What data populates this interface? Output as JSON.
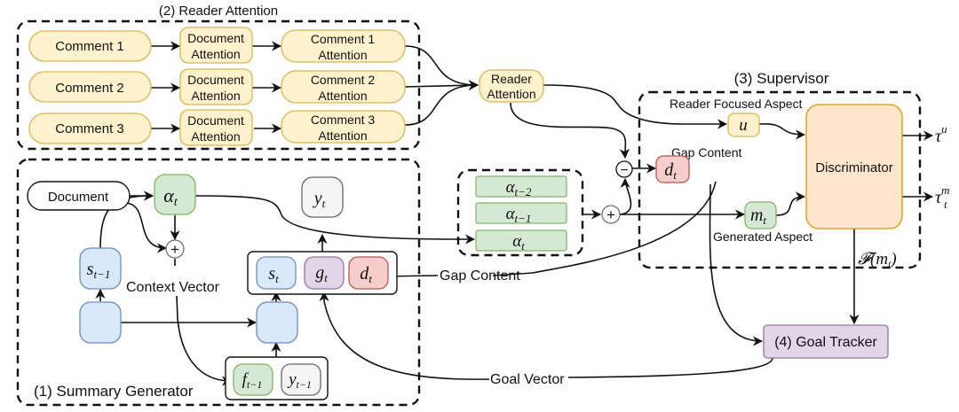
{
  "groups": {
    "reader_attention": "(2) Reader Attention",
    "summary_generator": "(1) Summary Generator",
    "supervisor": "(3) Supervisor"
  },
  "reader_attention": {
    "comments": [
      "Comment 1",
      "Comment 2",
      "Comment 3"
    ],
    "doc_attention": [
      "Document",
      "Attention"
    ],
    "comment_attentions": [
      [
        "Comment 1",
        "Attention"
      ],
      [
        "Comment 2",
        "Attention"
      ],
      [
        "Comment 3",
        "Attention"
      ]
    ],
    "reader_attention": [
      "Reader",
      "Attention"
    ]
  },
  "generator": {
    "document": "Document",
    "alpha_t": "α",
    "alpha_sub": "t",
    "s_prev": "s",
    "s_prev_sub": "t−1",
    "context_vector": "Context Vector",
    "y_t": "y",
    "y_t_sub": "t",
    "s_t": "s",
    "s_t_sub": "t",
    "g_t": "g",
    "g_t_sub": "t",
    "d_t": "d",
    "d_t_sub": "t",
    "f_prev": "f",
    "f_prev_sub": "t−1",
    "y_prev": "y",
    "y_prev_sub": "t−1"
  },
  "alpha_stack": [
    {
      "base": "α",
      "sub": "t−2"
    },
    {
      "base": "α",
      "sub": "t−1"
    },
    {
      "base": "α",
      "sub": "t"
    }
  ],
  "supervisor": {
    "reader_focused_aspect": "Reader Focused Aspect",
    "u": "u",
    "gap_content": "Gap Content",
    "d_t": "d",
    "d_t_sub": "t",
    "m_t": "m",
    "m_t_sub": "t",
    "generated_aspect": "Generated Aspect",
    "discriminator": "Discriminator",
    "tau_u": "τ",
    "tau_u_sup": "u",
    "tau_m": "τ",
    "tau_m_sup": "m",
    "tau_m_sub": "t",
    "f_mt": "𝓕(m",
    "f_mt_sub": "t",
    "f_mt_close": ")"
  },
  "goal_tracker": "(4) Goal Tracker",
  "edge_labels": {
    "gap_content": "Gap Content",
    "goal_vector": "Goal Vector"
  },
  "operators": {
    "plus": "+",
    "minus": "−"
  },
  "colors": {
    "yellow_fill": "#fff2cc",
    "yellow_stroke": "#d6b656",
    "green_fill": "#d5e8d4",
    "green_stroke": "#82b366",
    "blue_fill": "#dae8fc",
    "blue_stroke": "#6c8ebf",
    "purple_fill": "#e1d5e7",
    "purple_stroke": "#9673a6",
    "red_fill": "#f8cecc",
    "red_stroke": "#b85450",
    "gray_fill": "#f5f5f5",
    "gray_stroke": "#666666",
    "orange_fill": "#ffe6cc",
    "orange_stroke": "#d79b00"
  }
}
